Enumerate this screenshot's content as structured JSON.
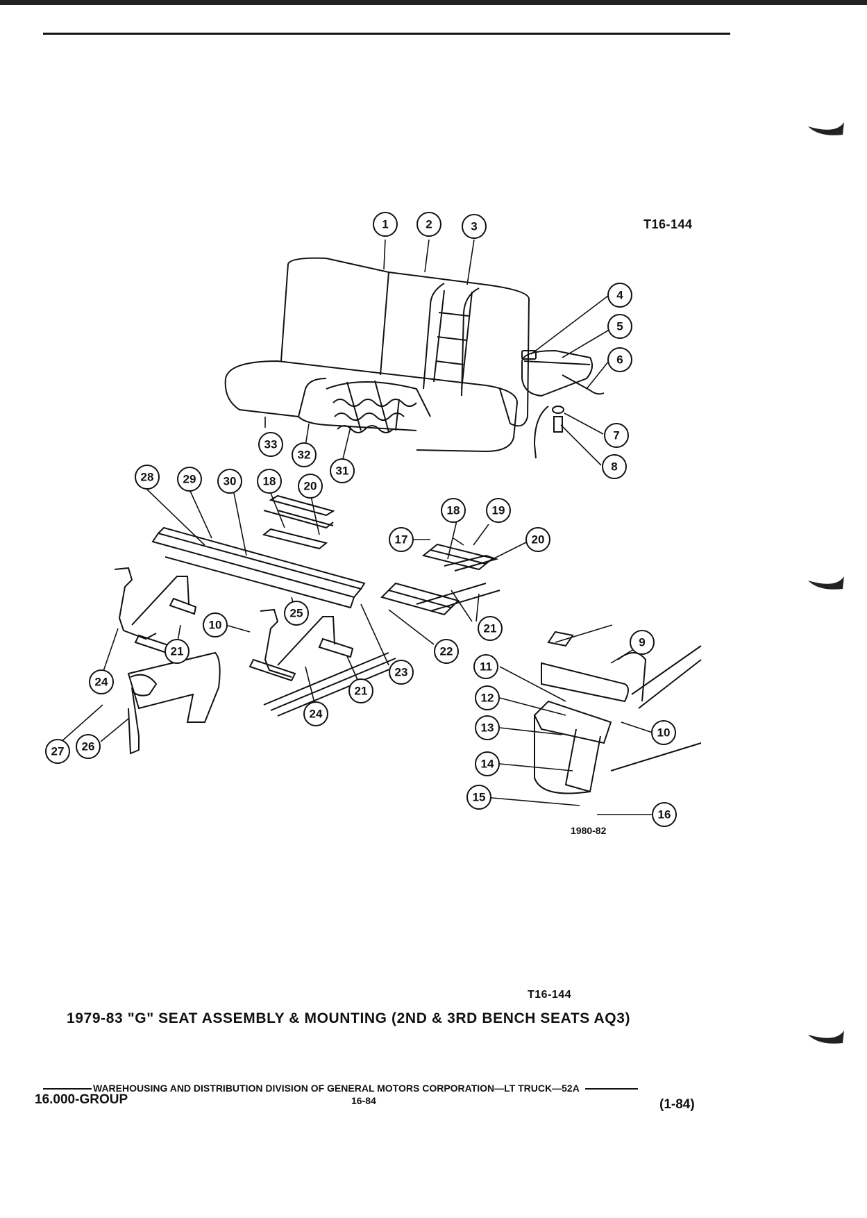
{
  "figure": {
    "ref_top": "T16-144",
    "ref_bottom": "T16-144",
    "year_note": "1980-82",
    "callouts": [
      "1",
      "2",
      "3",
      "4",
      "5",
      "6",
      "7",
      "8",
      "9",
      "10",
      "11",
      "12",
      "13",
      "14",
      "15",
      "16",
      "17",
      "18",
      "19",
      "20",
      "21",
      "22",
      "23",
      "24",
      "25",
      "26",
      "27",
      "28",
      "29",
      "30",
      "31",
      "32",
      "33"
    ]
  },
  "caption": "1979-83 \"G\" SEAT ASSEMBLY & MOUNTING (2ND & 3RD BENCH SEATS AQ3)",
  "footer": {
    "line": "WAREHOUSING AND DISTRIBUTION  DIVISION OF GENERAL MOTORS CORPORATION—LT TRUCK—52A",
    "group": "16.000-GROUP",
    "page": "16-84",
    "date": "(1-84)"
  }
}
